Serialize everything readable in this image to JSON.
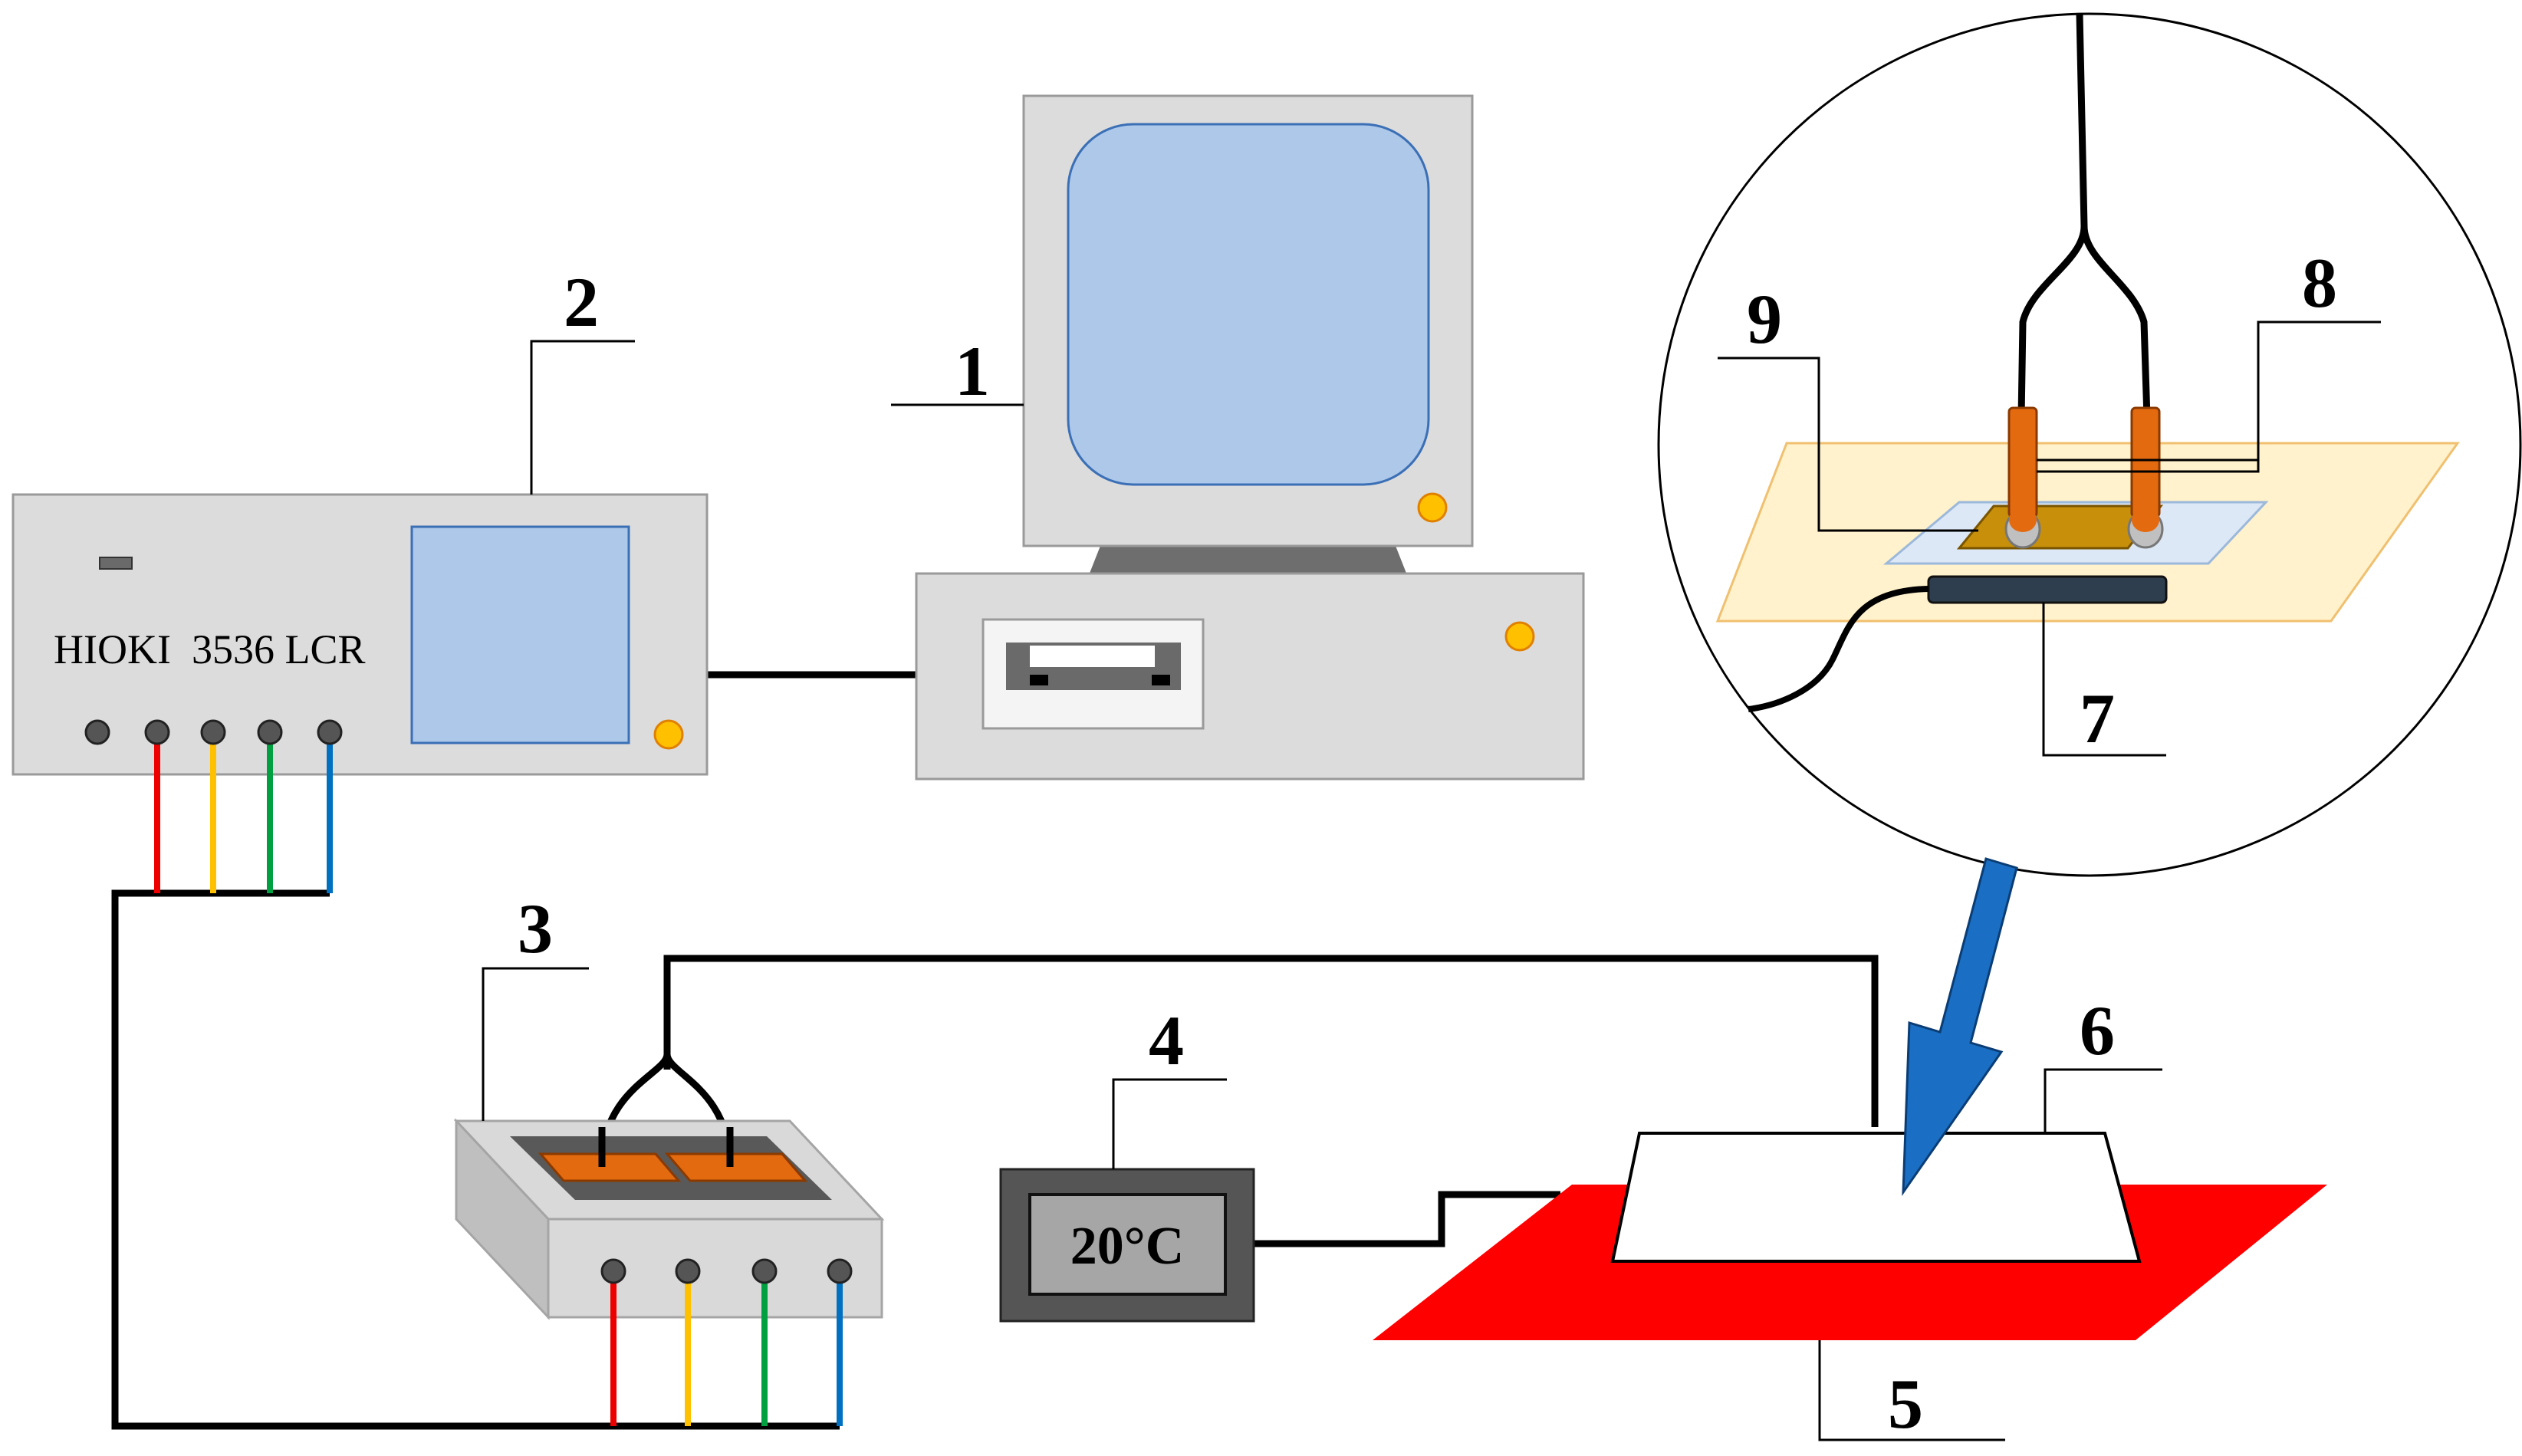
{
  "labels": {
    "computer": "1",
    "lcr_meter": "2",
    "switch_box": "3",
    "temp_controller": "4",
    "heating_plate": "5",
    "chamber": "6",
    "sensor_7": "7",
    "sensor_8": "8",
    "sample_9": "9"
  },
  "lcr_meter": {
    "model": "HIOKI  3536 LCR"
  },
  "temp_controller": {
    "display": "20°C"
  },
  "colors": {
    "red_wire": "#ee0000",
    "yellow_wire": "#ffc000",
    "green_wire": "#00a040",
    "blue_wire": "#0070c0",
    "screen": "#adc8e8",
    "device_body": "#dcdcdc",
    "heater": "#ff0000",
    "electrode": "#e46a10",
    "arrow": "#1a6fc4"
  }
}
